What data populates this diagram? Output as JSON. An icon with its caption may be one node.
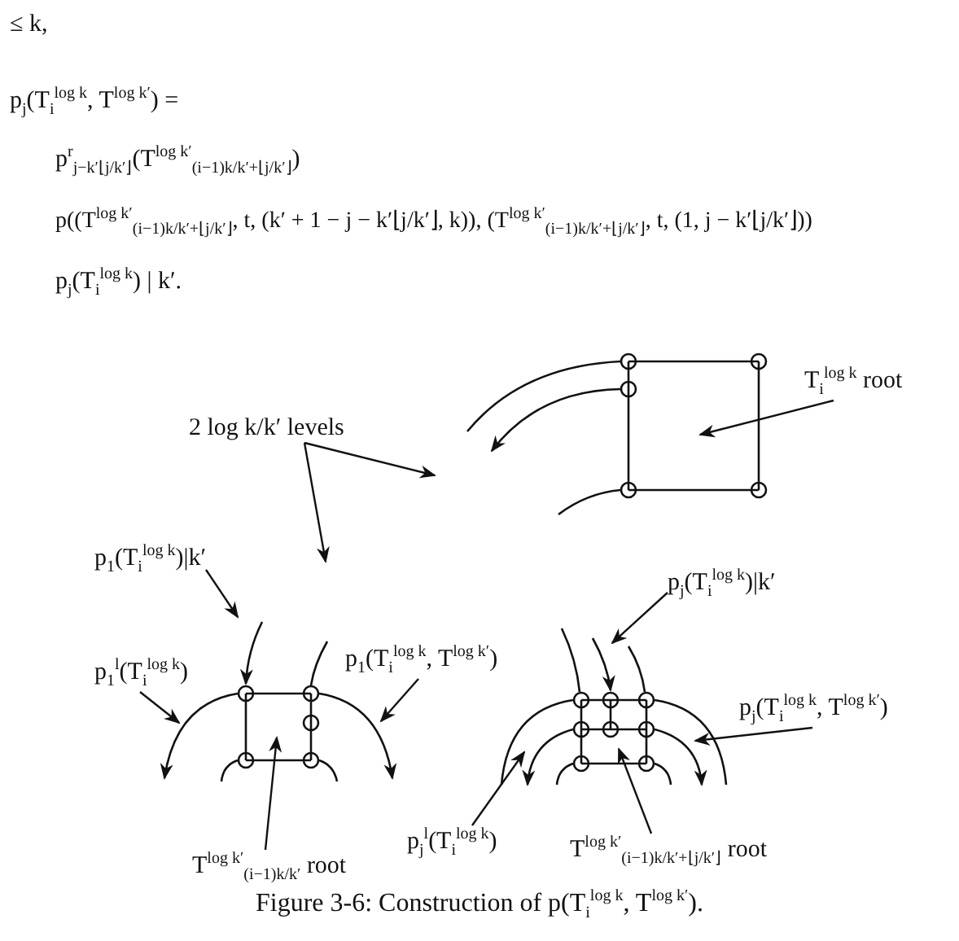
{
  "diagram": {
    "caption": "Figure 3-6: Construction of p(T$_{i}$$^{log k}$, T$^{log k′}$).",
    "nodes": [
      {
        "text": [
          "2 log k/k′ levels"
        ]
      },
      {
        "text": [
          "T$_{i}$$^{log k}$ root"
        ]
      },
      {
        "text": [
          "p$_{1}$(T$_{i}$$^{log k}$)|k′"
        ]
      },
      {
        "text": [
          "p$_{1}$$^{l}$(T$_{i}$$^{log k}$)"
        ]
      },
      {
        "text": [
          "p$_{1}$(T$_{i}$$^{log k}$, T$^{log k′}$)"
        ]
      },
      {
        "text": [
          "T$^{log k′}$$_{(i−1)k/k′}$ root"
        ]
      },
      {
        "text": [
          "p$_{j}$(T$_{i}$$^{log k}$)|k′"
        ]
      },
      {
        "text": [
          "p$_{j}$(T$_{i}$$^{log k}$, T$^{log k′}$)"
        ]
      },
      {
        "text": [
          "p$_{j}$$^{l}$(T$_{i}$$^{log k}$)"
        ]
      },
      {
        "text": [
          "T$^{log k′}$$_{(i−1)k/k′+⌊j/k′⌋}$ root"
        ]
      },
      {
        "text": [],
        "shape": "picture"
      },
      {
        "text": [],
        "shape": "picture"
      },
      {
        "text": [],
        "shape": "picture"
      }
    ],
    "edges": [
      {
        "from": 0,
        "to": 10,
        "arrow": "to"
      },
      {
        "from": 0,
        "to": null,
        "arrow": "to"
      },
      {
        "from": 1,
        "to": 10,
        "arrow": "to"
      },
      {
        "from": 2,
        "to": 11,
        "arrow": "to"
      },
      {
        "from": 3,
        "to": null,
        "arrow": "to"
      },
      {
        "from": 4,
        "to": null,
        "arrow": "to"
      },
      {
        "from": 5,
        "to": 11,
        "arrow": "to"
      },
      {
        "from": 6,
        "to": 12,
        "arrow": "to"
      },
      {
        "from": 7,
        "to": 12,
        "arrow": "to"
      },
      {
        "from": 8,
        "to": 12,
        "arrow": "to"
      },
      {
        "from": 9,
        "to": 12,
        "arrow": "to"
      }
    ],
    "labels": [
      "≤ k,",
      "p$_{j}$(T$_{i}$$^{log k}$, T$^{log k′}$) =",
      "p$^{r}$$_{j−k′⌊j/k′⌋}$(T$^{log k′}$$_{(i−1)k/k′+⌊j/k′⌋}$)",
      "p((T$^{log k′}$$_{(i−1)k/k′+⌊j/k′⌋}$, t, (k′ + 1 − j − k′⌊j/k′⌋, k)), (T$^{log k′}$$_{(i−1)k/k′+⌊j/k′⌋}$, t, (1, j − k′⌊j/k′⌋))",
      "p$_{j}$(T$_{i}$$^{log k}$) | k′."
    ]
  }
}
